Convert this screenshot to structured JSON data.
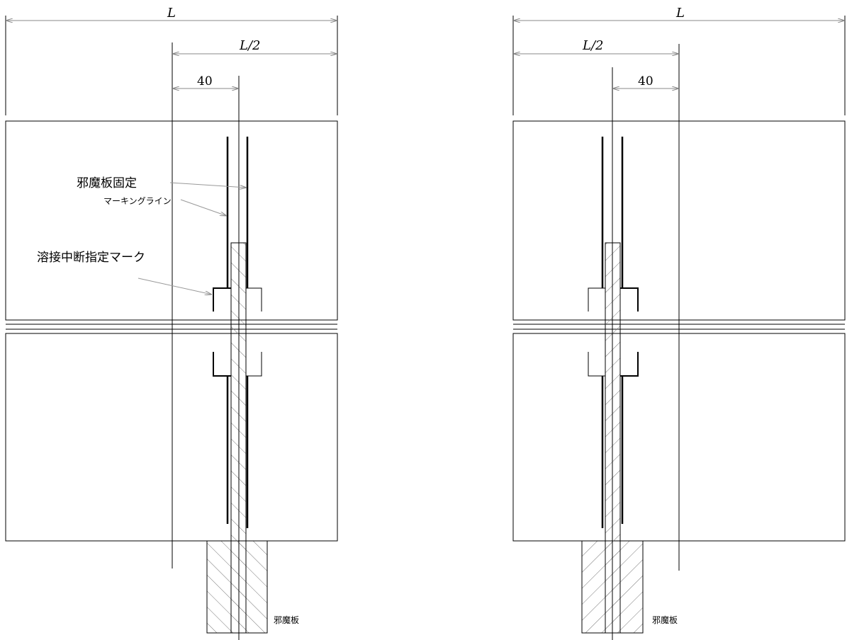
{
  "left_view": {
    "dim_total": "L",
    "dim_half": "L/2",
    "dim_offset": "40",
    "label_fix_line_1": "邪魔板固定",
    "label_fix_line_2": "マーキングライン",
    "label_weld_stop": "溶接中断指定マーク",
    "label_baffle": "邪魔板"
  },
  "right_view": {
    "dim_total": "L",
    "dim_half": "L/2",
    "dim_offset": "40",
    "label_baffle": "邪魔板"
  },
  "colors": {
    "line": "#000000",
    "leader": "#999999",
    "hatch": "#777777"
  }
}
